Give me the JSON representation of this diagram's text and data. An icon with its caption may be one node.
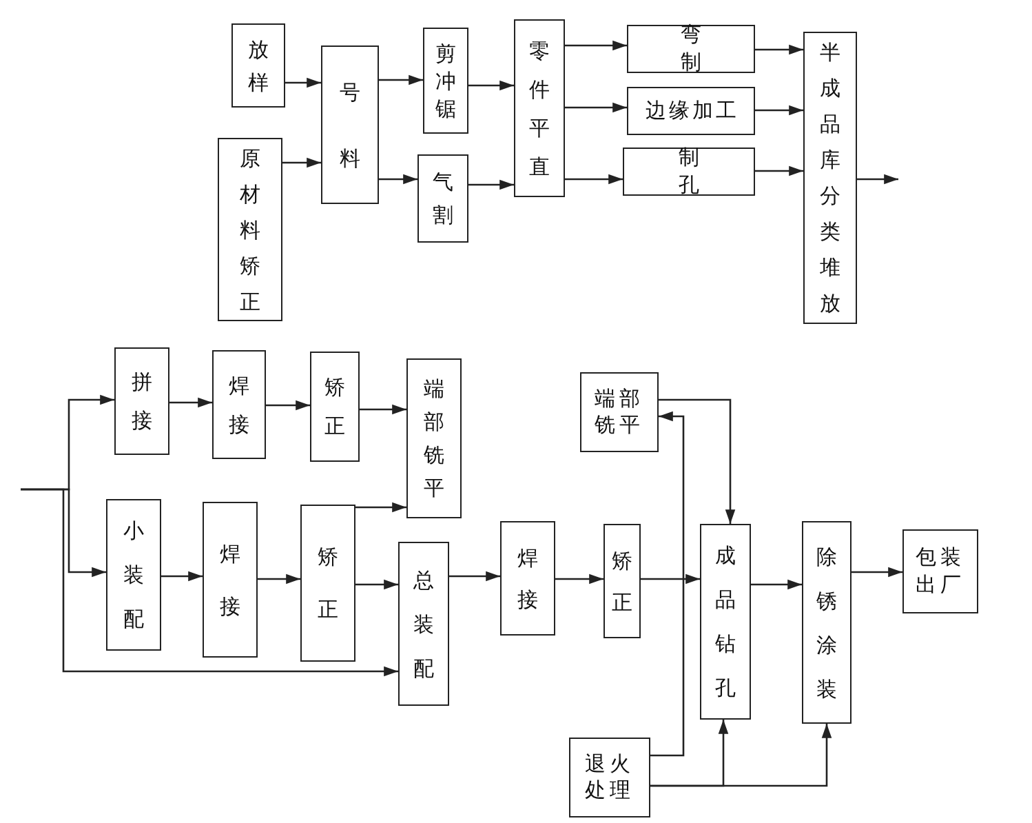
{
  "diagram": {
    "nodes": [
      {
        "text": [
          "放样"
        ]
      },
      {
        "text": [
          "号料"
        ]
      },
      {
        "text": [
          "剪冲锯"
        ]
      },
      {
        "text": [
          "零件平直"
        ]
      },
      {
        "text": [
          "弯制"
        ]
      },
      {
        "text": [
          "边缘加工"
        ]
      },
      {
        "text": [
          "制孔"
        ]
      },
      {
        "text": [
          "半成品库分类堆放"
        ]
      },
      {
        "text": [
          "原材料矫正"
        ]
      },
      {
        "text": [
          "气割"
        ]
      },
      {
        "text": [
          "拼接"
        ]
      },
      {
        "text": [
          "焊接"
        ]
      },
      {
        "text": [
          "矫正"
        ]
      },
      {
        "text": [
          "端部铣平"
        ]
      },
      {
        "text": [
          "端部铣平"
        ]
      },
      {
        "text": [
          "小装配"
        ]
      },
      {
        "text": [
          "焊接"
        ]
      },
      {
        "text": [
          "矫正"
        ]
      },
      {
        "text": [
          "总装配"
        ]
      },
      {
        "text": [
          "焊接"
        ]
      },
      {
        "text": [
          "矫正"
        ]
      },
      {
        "text": [
          "成品钻孔"
        ]
      },
      {
        "text": [
          "除锈涂装"
        ]
      },
      {
        "text": [
          "包装出厂"
        ]
      },
      {
        "text": [
          "退火处理"
        ]
      }
    ],
    "edges": [
      {
        "from": 0,
        "to": 1,
        "arrow": "to"
      },
      {
        "from": 8,
        "to": 1,
        "arrow": "to"
      },
      {
        "from": 1,
        "to": 2,
        "arrow": "to"
      },
      {
        "from": 1,
        "to": 9,
        "arrow": "to"
      },
      {
        "from": 2,
        "to": 3,
        "arrow": "to"
      },
      {
        "from": 9,
        "to": 3,
        "arrow": "to"
      },
      {
        "from": 3,
        "to": 4,
        "arrow": "to"
      },
      {
        "from": 3,
        "to": 5,
        "arrow": "to"
      },
      {
        "from": 3,
        "to": 6,
        "arrow": "to"
      },
      {
        "from": 4,
        "to": 7,
        "arrow": "to"
      },
      {
        "from": 5,
        "to": 7,
        "arrow": "to"
      },
      {
        "from": 6,
        "to": 7,
        "arrow": "to"
      },
      {
        "from": 7,
        "to": null,
        "arrow": "to"
      },
      {
        "from": null,
        "to": 10,
        "arrow": "to"
      },
      {
        "from": null,
        "to": 15,
        "arrow": "to"
      },
      {
        "from": null,
        "to": 18,
        "arrow": "to"
      },
      {
        "from": 10,
        "to": 11,
        "arrow": "to"
      },
      {
        "from": 11,
        "to": 12,
        "arrow": "to"
      },
      {
        "from": 12,
        "to": 13,
        "arrow": "to"
      },
      {
        "from": 15,
        "to": 16,
        "arrow": "to"
      },
      {
        "from": 16,
        "to": 17,
        "arrow": "to"
      },
      {
        "from": 17,
        "to": 13,
        "arrow": "to"
      },
      {
        "from": 17,
        "to": 18,
        "arrow": "to"
      },
      {
        "from": 18,
        "to": 19,
        "arrow": "to"
      },
      {
        "from": 19,
        "to": 20,
        "arrow": "to"
      },
      {
        "from": 20,
        "to": 21,
        "arrow": "to"
      },
      {
        "from": 14,
        "to": 21,
        "arrow": "to"
      },
      {
        "from": 24,
        "to": 14,
        "arrow": "to"
      },
      {
        "from": 24,
        "to": 21,
        "arrow": "to"
      },
      {
        "from": 24,
        "to": 22,
        "arrow": "to"
      },
      {
        "from": 21,
        "to": 22,
        "arrow": "to"
      },
      {
        "from": 22,
        "to": 23,
        "arrow": "to"
      }
    ]
  }
}
